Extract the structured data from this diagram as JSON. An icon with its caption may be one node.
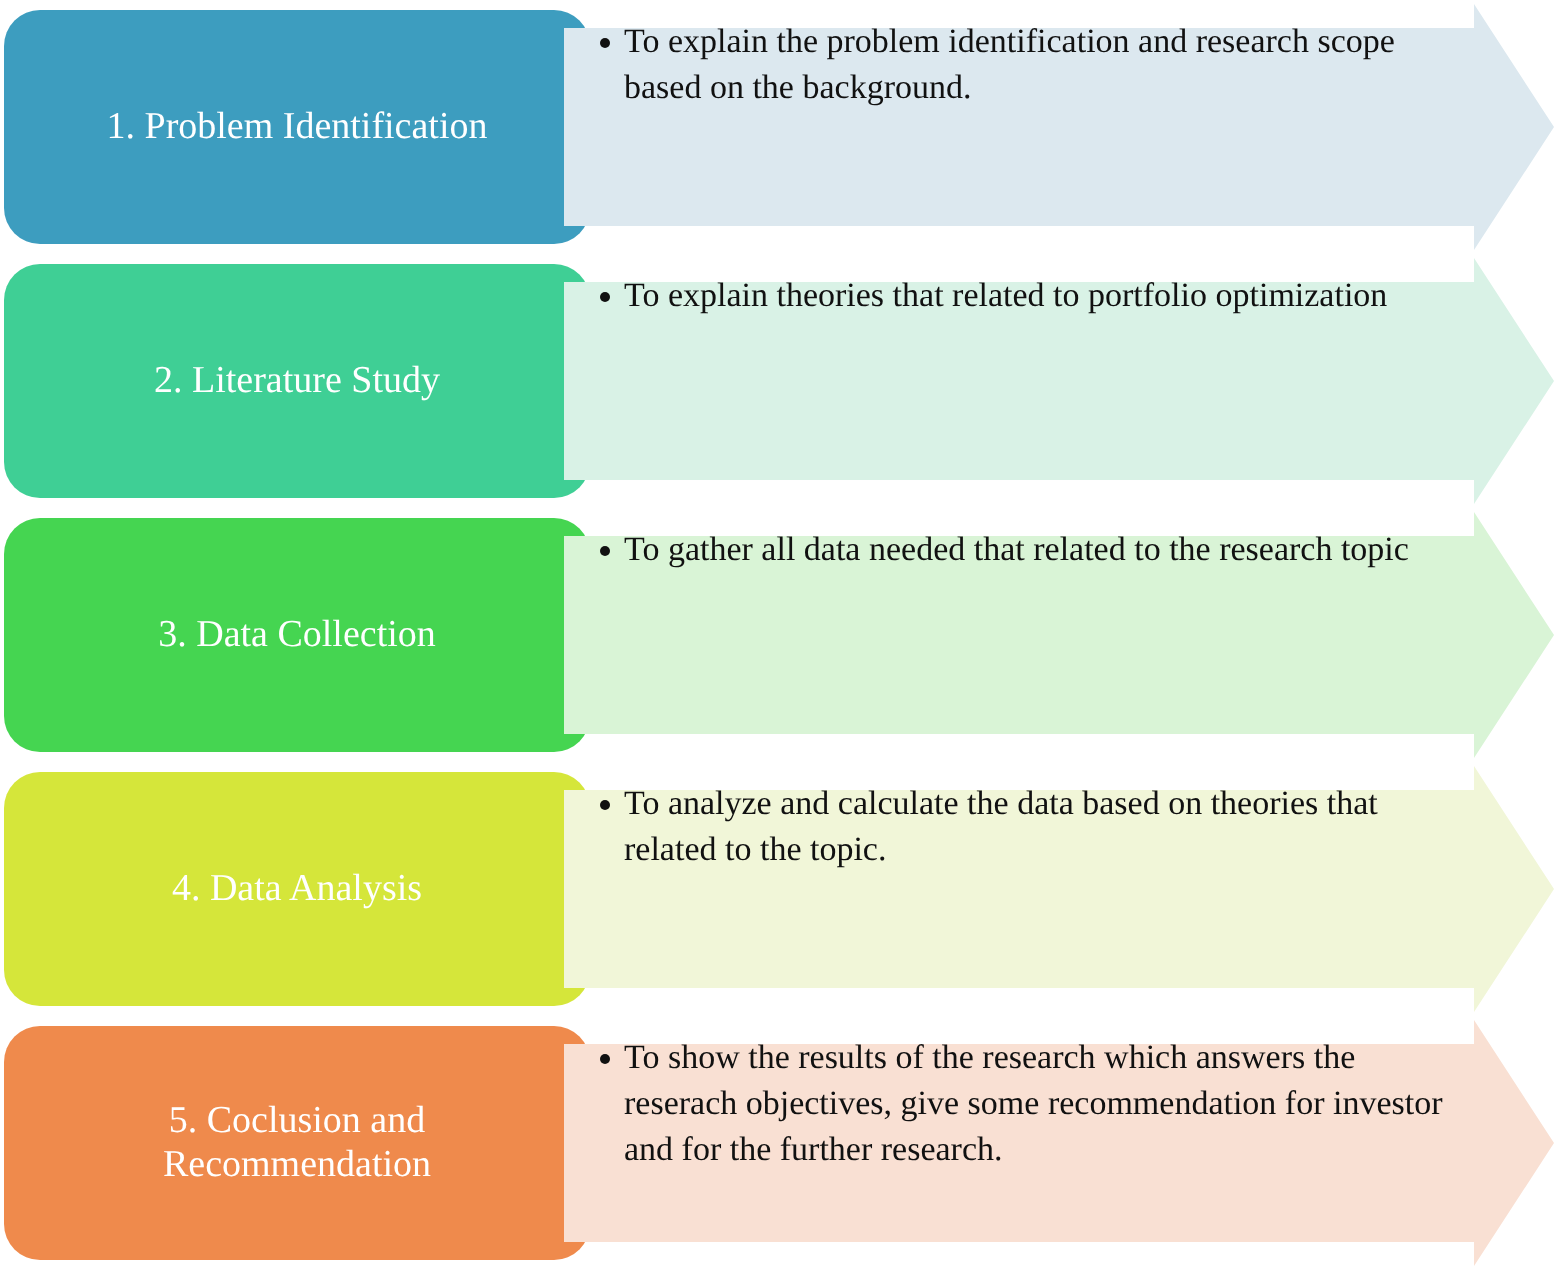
{
  "diagram": {
    "nodes": [
      {
        "text": [
          "1. Problem Identification"
        ]
      },
      {
        "text": [
          "To explain the problem identification and research scope based on the background."
        ]
      },
      {
        "text": [
          "2. Literature Study"
        ]
      },
      {
        "text": [
          "To explain theories that related to portfolio optimization"
        ]
      },
      {
        "text": [
          "3. Data Collection"
        ]
      },
      {
        "text": [
          "To gather all data needed that related to the research topic"
        ]
      },
      {
        "text": [
          "4. Data Analysis"
        ]
      },
      {
        "text": [
          "To analyze and calculate the data based on theories that related to the topic."
        ]
      },
      {
        "text": [
          "5. Coclusion and Recommendation"
        ]
      },
      {
        "text": [
          "To show the results of the research which answers the reserach objectives, give some recommendation for investor and for the further research."
        ]
      }
    ]
  }
}
